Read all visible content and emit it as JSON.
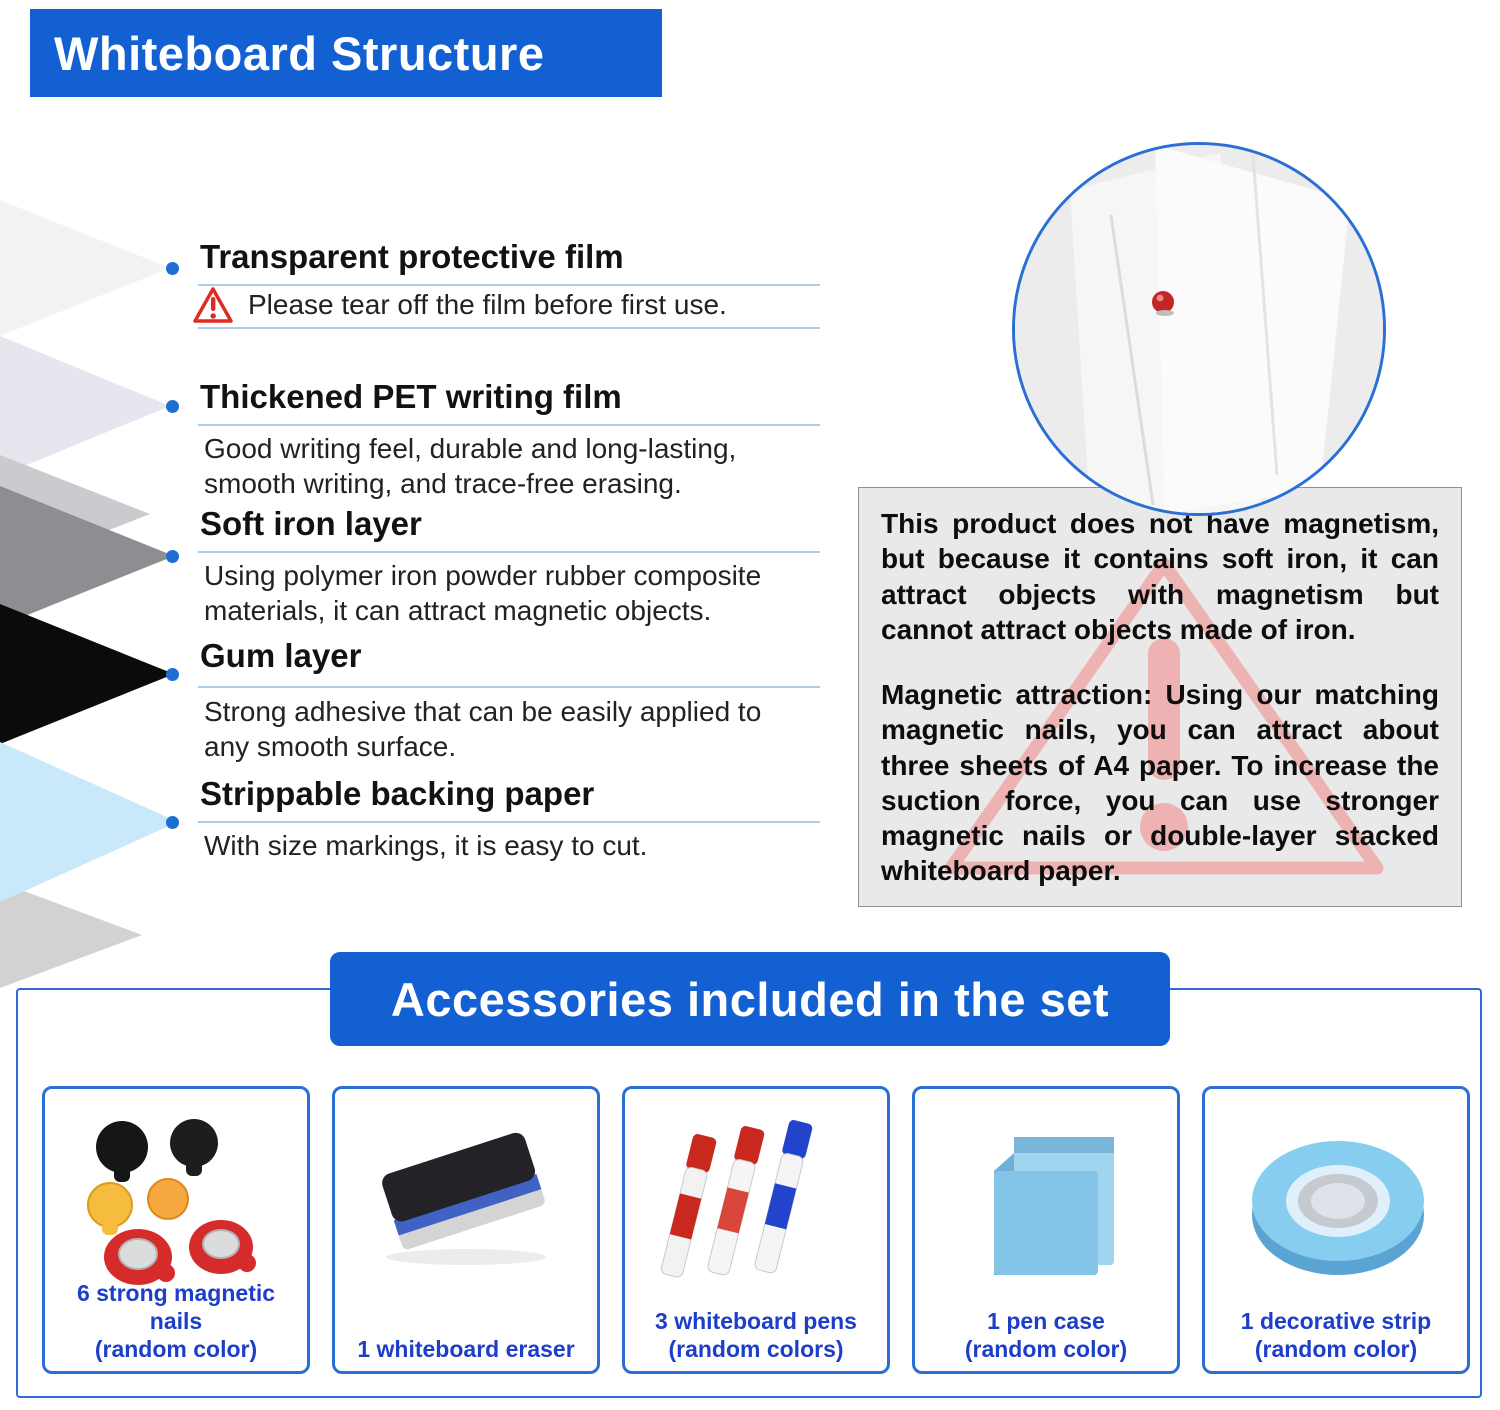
{
  "header": {
    "title": "Whiteboard Structure"
  },
  "layers": [
    {
      "title": "Transparent protective film",
      "note": "Please tear off the film before first use."
    },
    {
      "title": "Thickened PET writing film",
      "desc": "Good writing feel, durable and long-lasting, smooth writing, and trace-free erasing."
    },
    {
      "title": "Soft iron layer",
      "desc": "Using polymer iron powder rubber composite materials, it can attract magnetic objects."
    },
    {
      "title": "Gum layer",
      "desc": "Strong adhesive that can be easily applied to any smooth surface."
    },
    {
      "title": "Strippable backing paper",
      "desc": "With size markings, it is easy to cut."
    }
  ],
  "magnetism_note": {
    "para1": "This product does not have magnetism, but because it contains soft iron, it can attract objects with magnetism but cannot attract objects made of iron.",
    "para2": "Magnetic attraction: Using our matching magnetic nails, you can attract about three sheets of A4 paper. To increase the suction force, you can use stronger magnetic nails or double-layer stacked whiteboard paper."
  },
  "accessories": {
    "title": "Accessories included in the set",
    "items": [
      {
        "label": "6 strong magnetic nails",
        "sub": "(random color)"
      },
      {
        "label": "1 whiteboard eraser",
        "sub": ""
      },
      {
        "label": "3 whiteboard pens",
        "sub": "(random colors)"
      },
      {
        "label": "1 pen case",
        "sub": "(random color)"
      },
      {
        "label": "1 decorative strip",
        "sub": "(random color)"
      }
    ]
  },
  "colors": {
    "accent_blue": "#1360d2",
    "card_border_blue": "#2a6fd6",
    "label_blue": "#1c3ec9",
    "line_light_blue": "#aacdea",
    "warning_red": "#dd2c22",
    "pink_alert": "#eda5a5"
  }
}
